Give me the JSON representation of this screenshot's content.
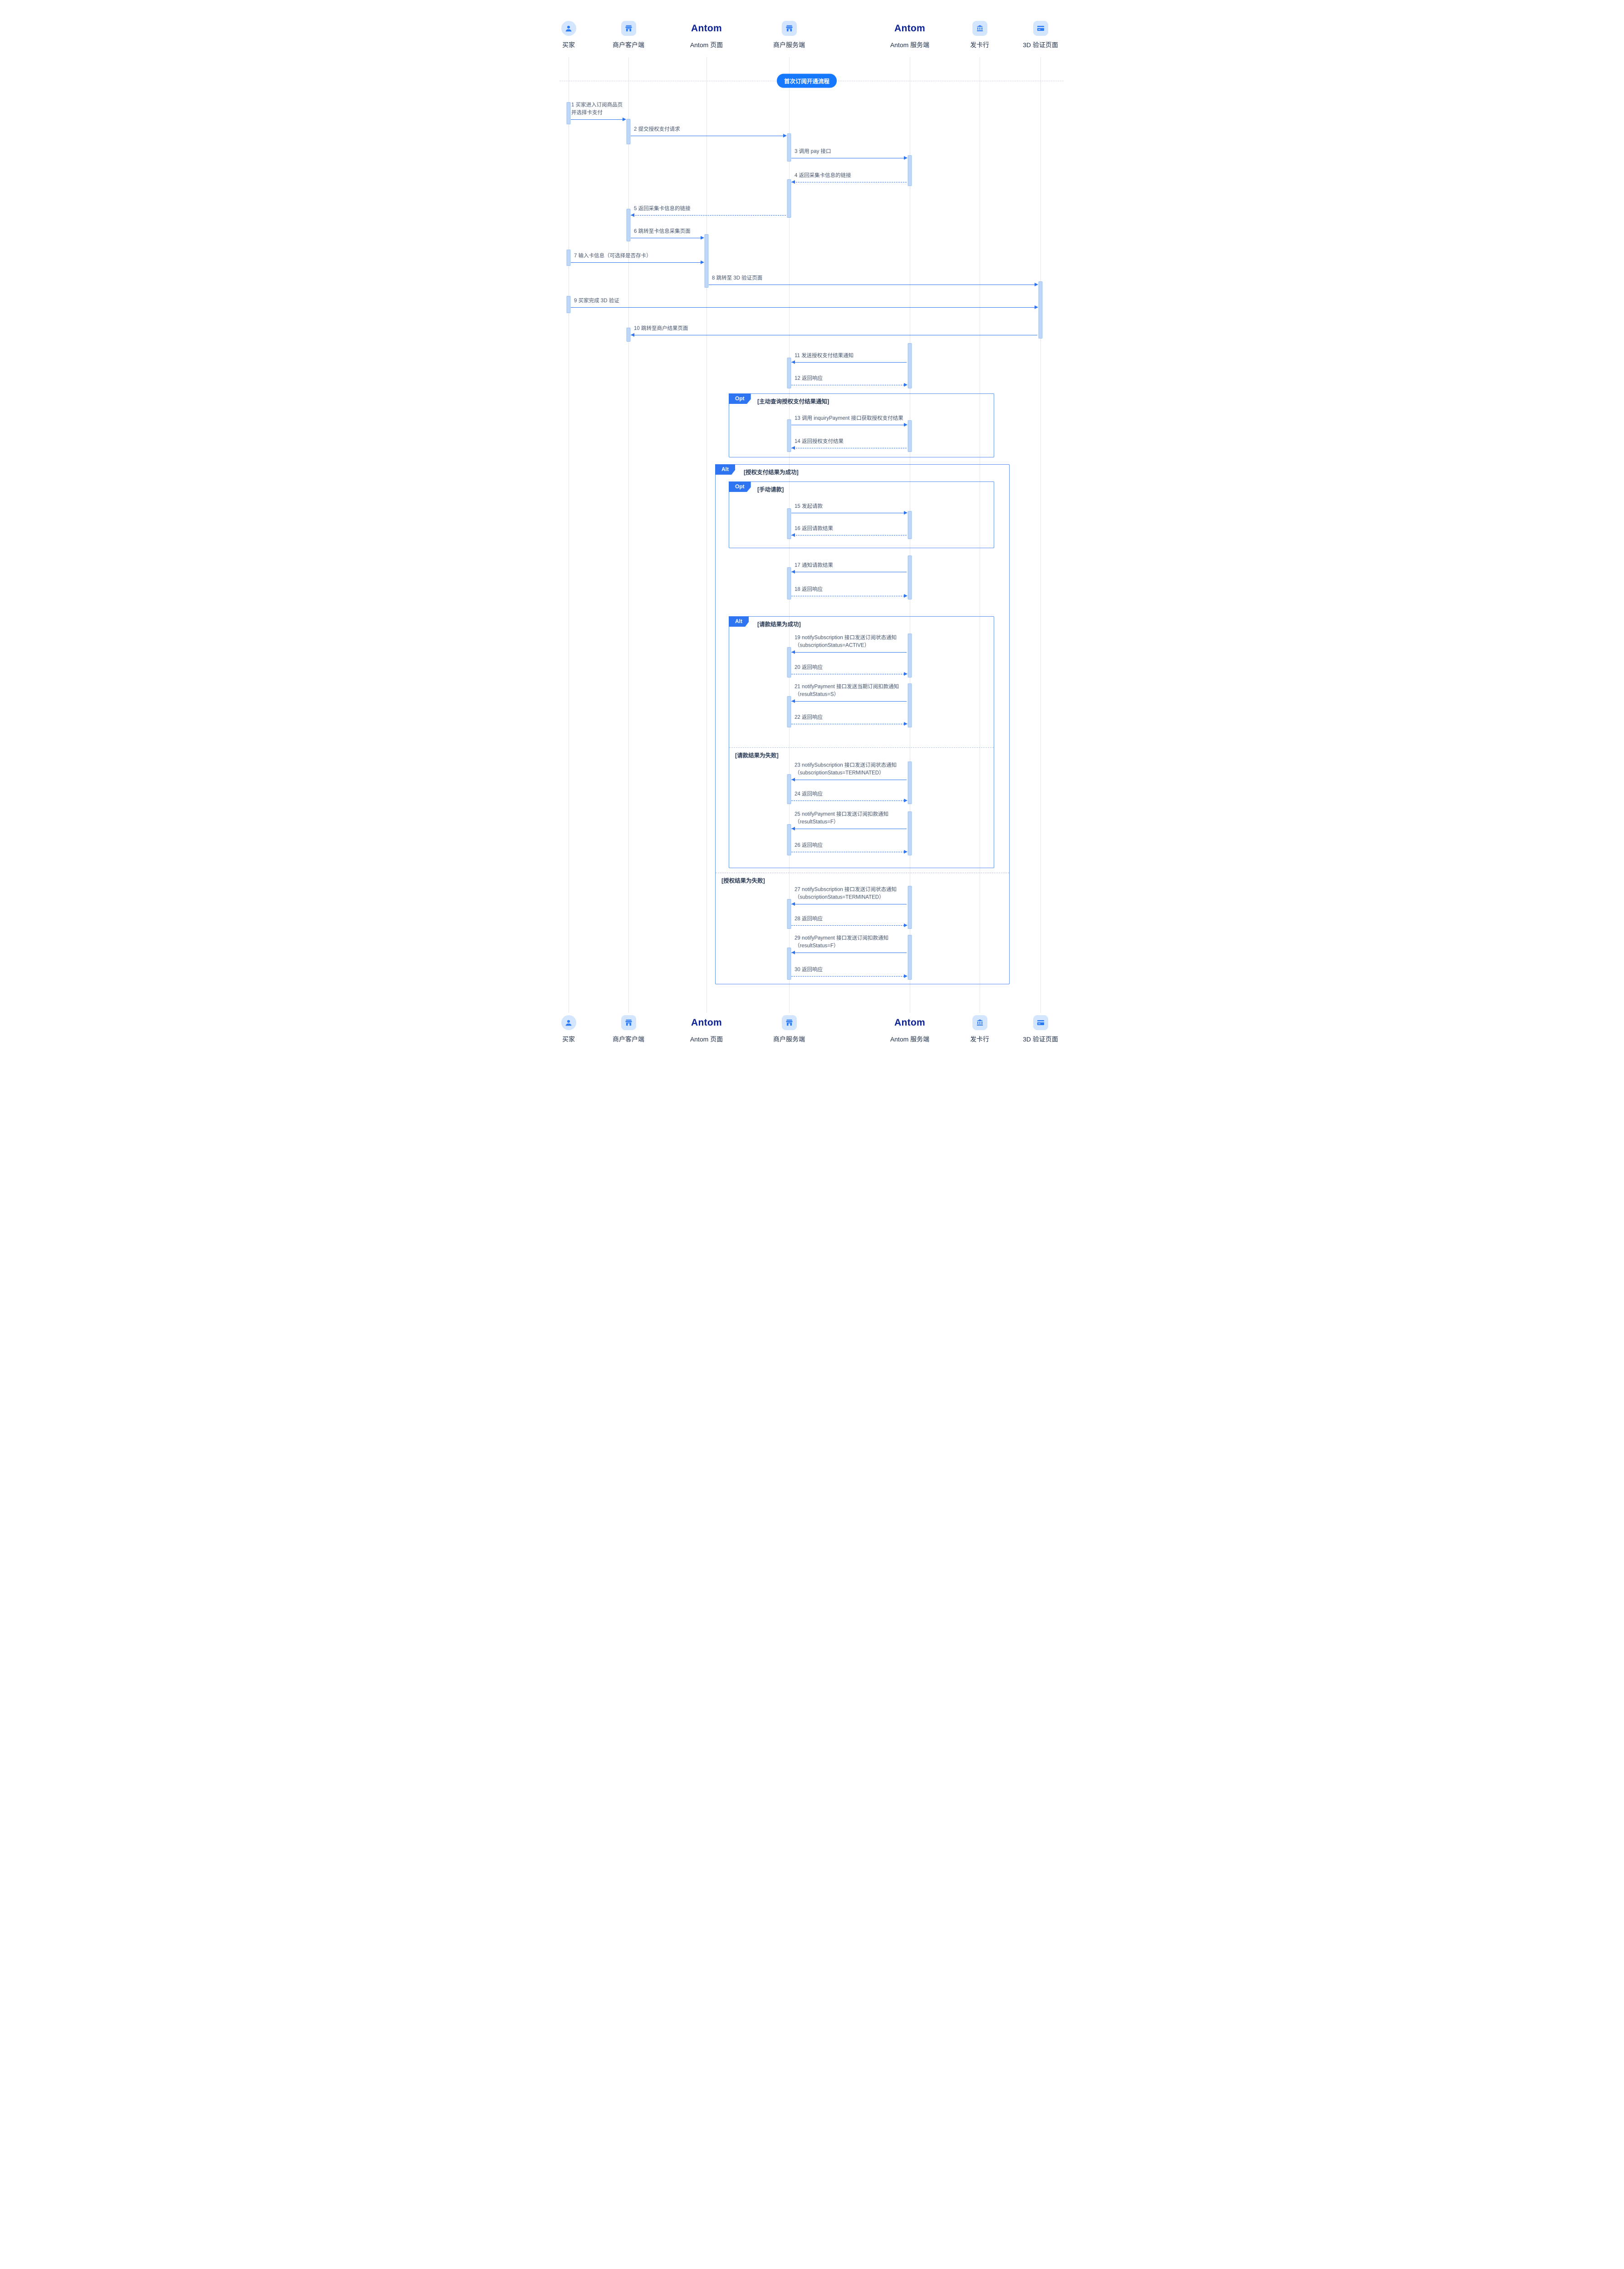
{
  "title_badge": "首次订阅开通流程",
  "brand": "Antom",
  "colors": {
    "accent": "#1677ff",
    "arrow": "#2e74f0",
    "antom_navy": "#0c2192",
    "activation_fill": "#bed7f8",
    "fragment_border": "#5b8cf0",
    "icon_bg": "#d3e6fd"
  },
  "participants": [
    {
      "id": "buyer",
      "label": "买家",
      "icon": "user-icon"
    },
    {
      "id": "merchant-client",
      "label": "商户客户端",
      "icon": "merchant-icon"
    },
    {
      "id": "antom-page",
      "label": "Antom 页面",
      "icon": "antom-logo"
    },
    {
      "id": "merchant-server",
      "label": "商户服务端",
      "icon": "merchant-icon"
    },
    {
      "id": "antom-server",
      "label": "Antom 服务端",
      "icon": "antom-logo"
    },
    {
      "id": "card-issuer",
      "label": "发卡行",
      "icon": "bank-icon"
    },
    {
      "id": "verify-page",
      "label": "3D 验证页面",
      "icon": "card-icon"
    }
  ],
  "messages": [
    {
      "num": 1,
      "text": "买家进入订阅商品页并选择卡支付",
      "from": "buyer",
      "to": "merchant-client",
      "line": "solid"
    },
    {
      "num": 2,
      "text": "提交授权支付请求",
      "from": "merchant-client",
      "to": "merchant-server",
      "line": "solid"
    },
    {
      "num": 3,
      "text": "调用 pay 接口",
      "from": "merchant-server",
      "to": "antom-server",
      "line": "solid"
    },
    {
      "num": 4,
      "text": "返回采集卡信息的链接",
      "from": "antom-server",
      "to": "merchant-server",
      "line": "dashed"
    },
    {
      "num": 5,
      "text": "返回采集卡信息的链接",
      "from": "merchant-server",
      "to": "merchant-client",
      "line": "dashed"
    },
    {
      "num": 6,
      "text": "跳转至卡信息采集页面",
      "from": "merchant-client",
      "to": "antom-page",
      "line": "solid"
    },
    {
      "num": 7,
      "text": "输入卡信息（可选择是否存卡）",
      "from": "buyer",
      "to": "antom-page",
      "line": "solid"
    },
    {
      "num": 8,
      "text": "跳转至 3D 验证页面",
      "from": "antom-page",
      "to": "verify-page",
      "line": "solid"
    },
    {
      "num": 9,
      "text": "买家完成 3D 验证",
      "from": "buyer",
      "to": "verify-page",
      "line": "solid"
    },
    {
      "num": 10,
      "text": "跳转至商户结果页面",
      "from": "verify-page",
      "to": "merchant-client",
      "line": "solid"
    },
    {
      "num": 11,
      "text": "发送授权支付结果通知",
      "from": "antom-server",
      "to": "merchant-server",
      "line": "solid"
    },
    {
      "num": 12,
      "text": "返回响应",
      "from": "merchant-server",
      "to": "antom-server",
      "line": "dashed"
    },
    {
      "num": 13,
      "text": "调用 inquiryPayment 接口获取授权支付结果",
      "from": "merchant-server",
      "to": "antom-server",
      "line": "solid"
    },
    {
      "num": 14,
      "text": "返回授权支付结果",
      "from": "antom-server",
      "to": "merchant-server",
      "line": "dashed"
    },
    {
      "num": 15,
      "text": "发起请款",
      "from": "merchant-server",
      "to": "antom-server",
      "line": "solid"
    },
    {
      "num": 16,
      "text": "返回请款结果",
      "from": "antom-server",
      "to": "merchant-server",
      "line": "dashed"
    },
    {
      "num": 17,
      "text": "通知请款结果",
      "from": "antom-server",
      "to": "merchant-server",
      "line": "solid"
    },
    {
      "num": 18,
      "text": "返回响应",
      "from": "merchant-server",
      "to": "antom-server",
      "line": "dashed"
    },
    {
      "num": 19,
      "text": "notifySubscription 接口发送订阅状态通知（subscriptionStatus=ACTIVE）",
      "from": "antom-server",
      "to": "merchant-server",
      "line": "solid"
    },
    {
      "num": 20,
      "text": "返回响应",
      "from": "merchant-server",
      "to": "antom-server",
      "line": "dashed"
    },
    {
      "num": 21,
      "text": "notifyPayment 接口发送当期订阅扣款通知（resultStatus=S）",
      "from": "antom-server",
      "to": "merchant-server",
      "line": "solid"
    },
    {
      "num": 22,
      "text": "返回响应",
      "from": "merchant-server",
      "to": "antom-server",
      "line": "dashed"
    },
    {
      "num": 23,
      "text": "notifySubscription 接口发送订阅状态通知（subscriptionStatus=TERMINATED）",
      "from": "antom-server",
      "to": "merchant-server",
      "line": "solid"
    },
    {
      "num": 24,
      "text": "返回响应",
      "from": "merchant-server",
      "to": "antom-server",
      "line": "dashed"
    },
    {
      "num": 25,
      "text": "notifyPayment 接口发送订阅扣款通知（resultStatus=F）",
      "from": "antom-server",
      "to": "merchant-server",
      "line": "solid"
    },
    {
      "num": 26,
      "text": "返回响应",
      "from": "merchant-server",
      "to": "antom-server",
      "line": "dashed"
    },
    {
      "num": 27,
      "text": "notifySubscription 接口发送订阅状态通知（subscriptionStatus=TERMINATED）",
      "from": "antom-server",
      "to": "merchant-server",
      "line": "solid"
    },
    {
      "num": 28,
      "text": "返回响应",
      "from": "merchant-server",
      "to": "antom-server",
      "line": "dashed"
    },
    {
      "num": 29,
      "text": "notifyPayment 接口发送订阅扣款通知（resultStatus=F）",
      "from": "antom-server",
      "to": "merchant-server",
      "line": "solid"
    },
    {
      "num": 30,
      "text": "返回响应",
      "from": "merchant-server",
      "to": "antom-server",
      "line": "dashed"
    }
  ],
  "fragments": [
    {
      "type": "opt",
      "label": "Opt",
      "condition": "[主动查询授权支付结果通知]"
    },
    {
      "type": "alt",
      "label": "Alt",
      "condition": "[授权支付结果为成功]",
      "divider_label": "[授权结果为失败]"
    },
    {
      "type": "opt",
      "label": "Opt",
      "condition": "[手动请款]"
    },
    {
      "type": "alt",
      "label": "Alt",
      "condition": "[请款结果为成功]",
      "divider_label": "[请款结果为失败]"
    }
  ]
}
